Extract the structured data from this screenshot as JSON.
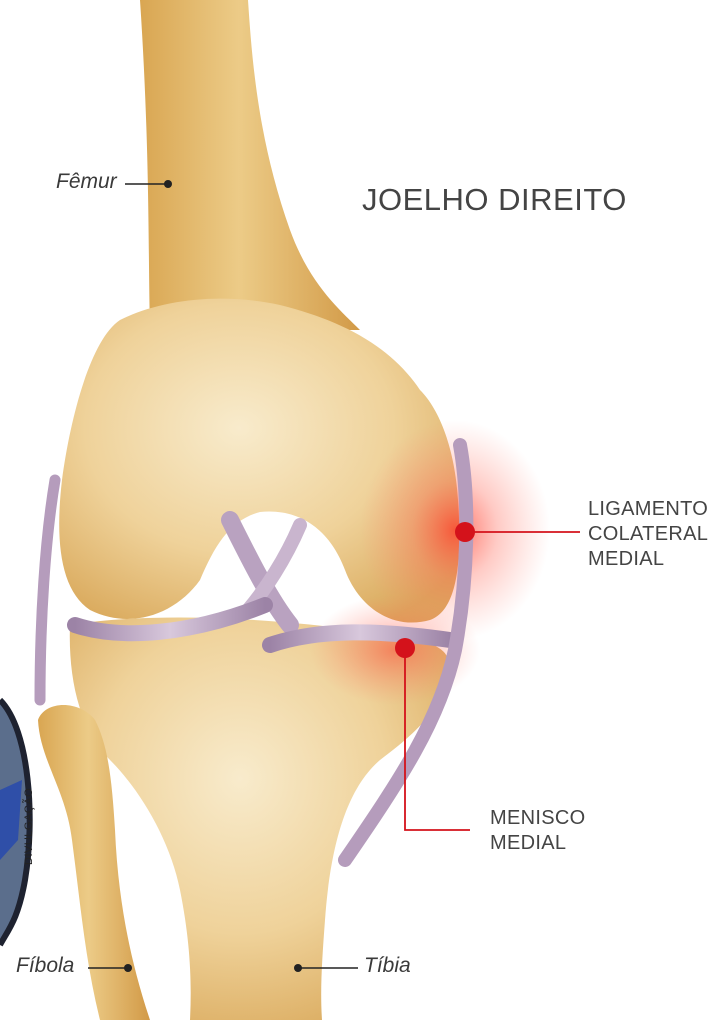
{
  "title": "JOELHO DIREITO",
  "credit": "DIVULGAÇÃO",
  "bones": {
    "femur": "Fêmur",
    "fibula": "Fíbola",
    "tibia": "Tíbia"
  },
  "structures": {
    "ligament": [
      "LIGAMENTO",
      "COLATERAL",
      "MEDIAL"
    ],
    "meniscus": [
      "MENISCO",
      "MEDIAL"
    ]
  },
  "colors": {
    "bone": "#e8c07a",
    "bone_light": "#f5e3bd",
    "ligament": "#b59cbc",
    "highlight": "#d4121b",
    "leader_line": "#222222"
  }
}
